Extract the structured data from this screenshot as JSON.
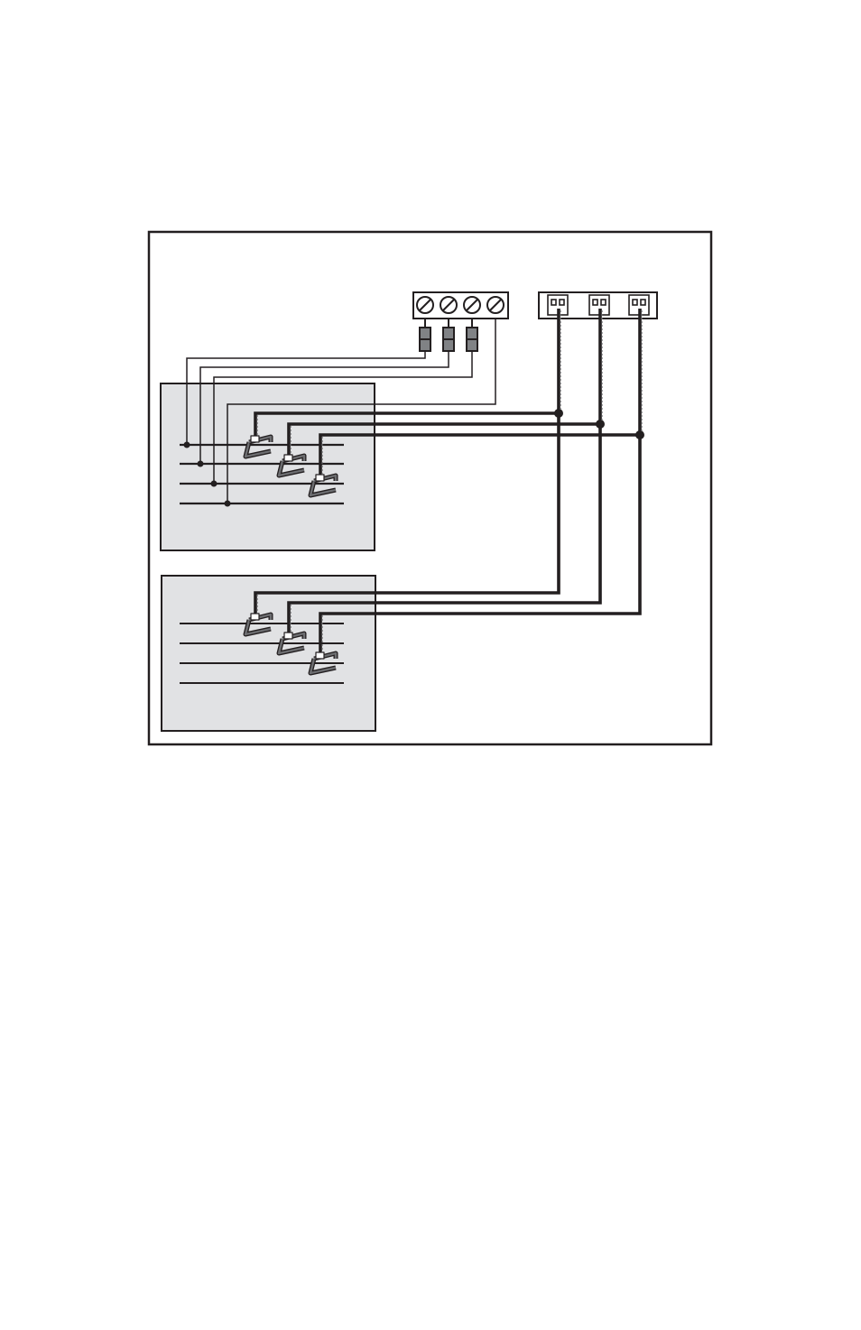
{
  "diagram": {
    "title": "",
    "caption": "",
    "colors": {
      "ink": "#231f20",
      "panel_fill": "#e1e2e4",
      "ct_gray": "#6d6e71",
      "fuse_gray": "#808285",
      "background": "#ffffff"
    },
    "components": {
      "voltage_terminal_block": {
        "terminal_count": 4,
        "terminal_icon": "screw-slot-icon"
      },
      "fuses": {
        "count": 3
      },
      "ct_connector_block": {
        "connector_count": 3
      },
      "panels": [
        {
          "id": "panel-1",
          "bus_lines": 4,
          "current_transformers": 3,
          "voltage_taps": 4
        },
        {
          "id": "panel-2",
          "bus_lines": 4,
          "current_transformers": 3,
          "voltage_taps": 0
        }
      ]
    }
  }
}
